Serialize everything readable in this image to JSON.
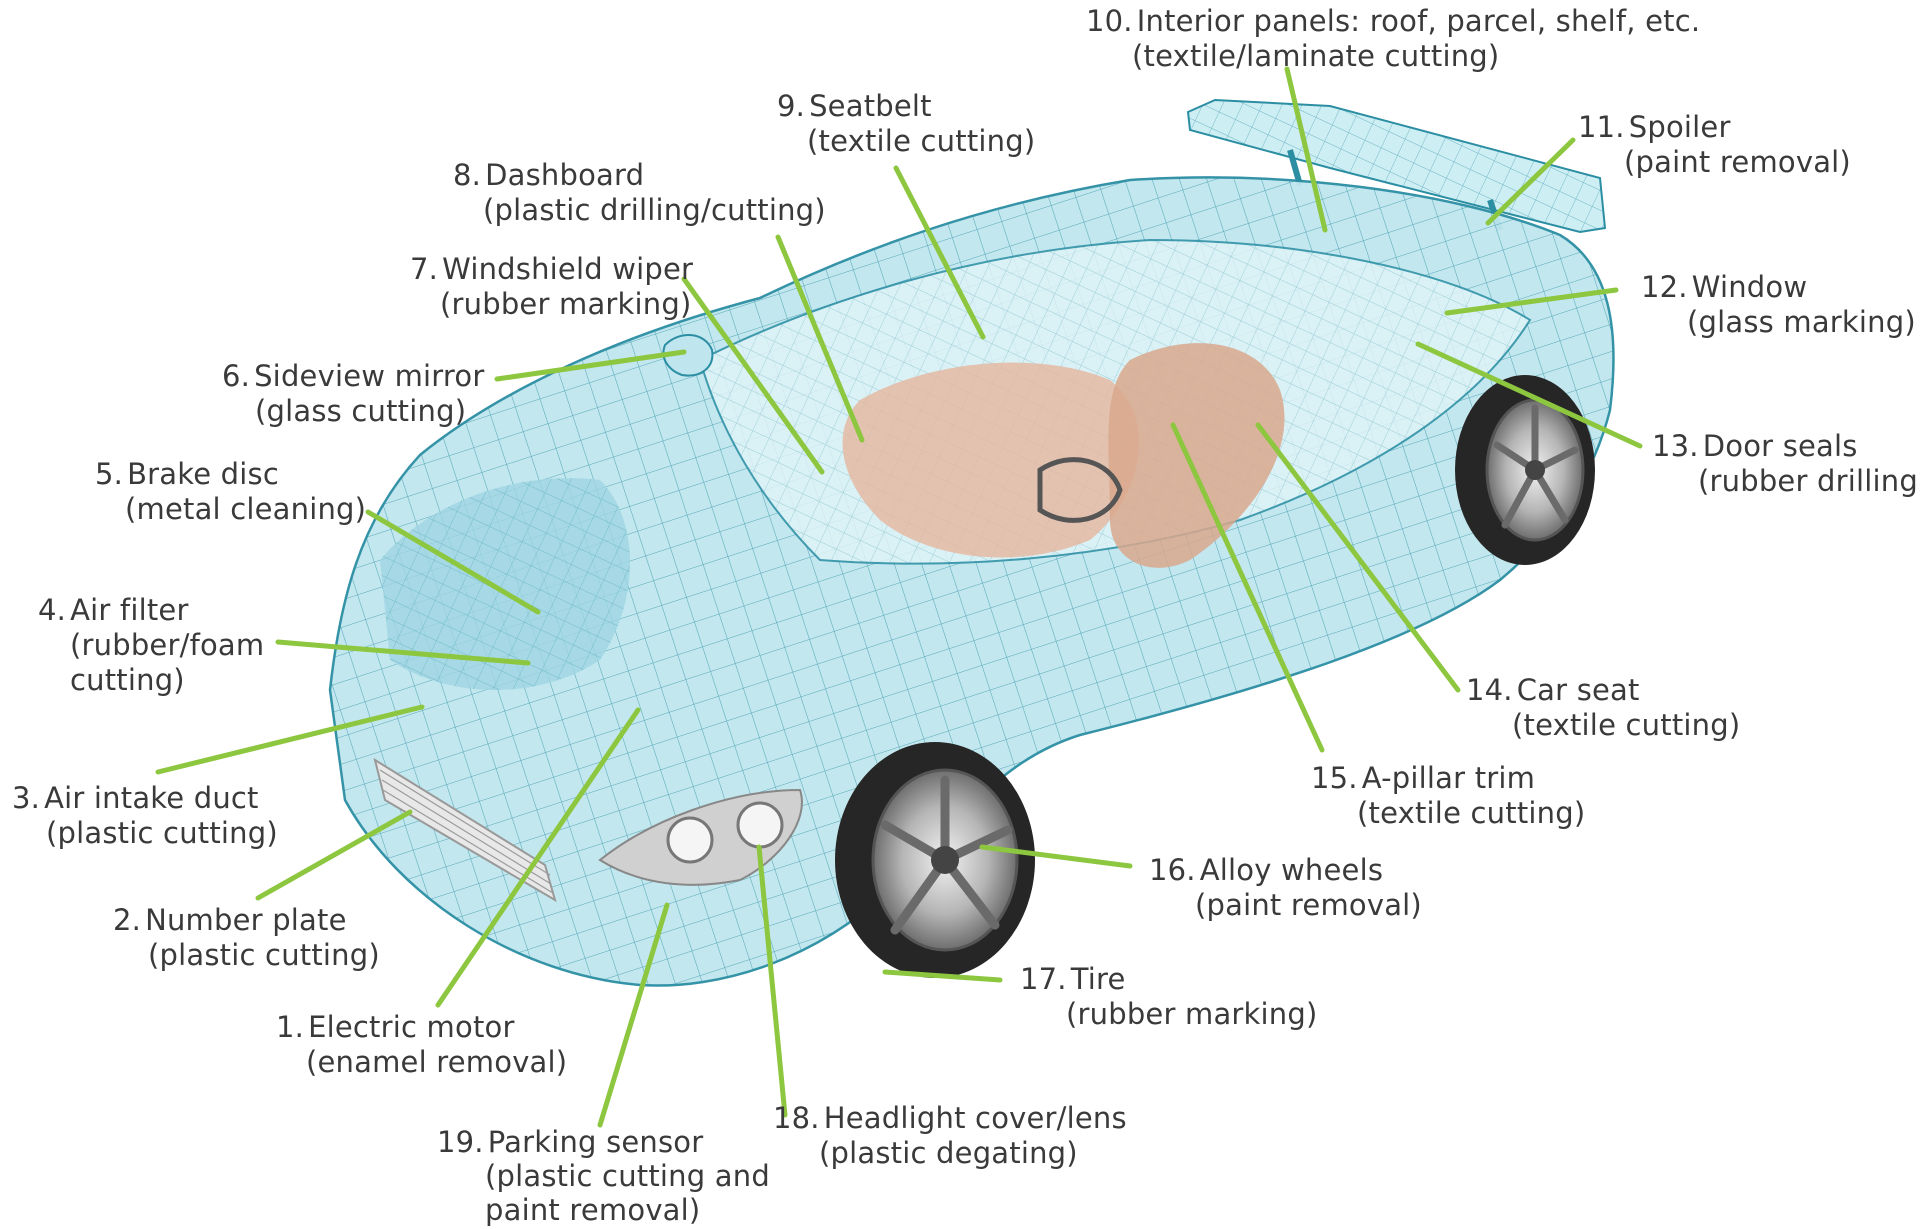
{
  "colors": {
    "leader": "#8dc63f",
    "wire": "#2b8ea3",
    "body_fill": "#bfe6ee",
    "interior": "#e6b79f",
    "tire": "#2a2a2a",
    "rim": "#a8a8a8",
    "text": "#3a3a3a"
  },
  "callouts": [
    {
      "id": "c1",
      "num": "1.",
      "title": "Electric motor",
      "sub": "(enamel removal)"
    },
    {
      "id": "c2",
      "num": "2.",
      "title": "Number plate",
      "sub": "(plastic cutting)"
    },
    {
      "id": "c3",
      "num": "3.",
      "title": "Air intake duct",
      "sub": "(plastic cutting)"
    },
    {
      "id": "c4",
      "num": "4.",
      "title": "Air filter",
      "sub": "(rubber/foam",
      "sub2": "cutting)"
    },
    {
      "id": "c5",
      "num": "5.",
      "title": "Brake disc",
      "sub": "(metal cleaning)"
    },
    {
      "id": "c6",
      "num": "6.",
      "title": "Sideview mirror",
      "sub": "(glass cutting)"
    },
    {
      "id": "c7",
      "num": "7.",
      "title": "Windshield wiper",
      "sub": "(rubber marking)"
    },
    {
      "id": "c8",
      "num": "8.",
      "title": "Dashboard",
      "sub": "(plastic drilling/cutting)"
    },
    {
      "id": "c9",
      "num": "9.",
      "title": "Seatbelt",
      "sub": "(textile cutting)"
    },
    {
      "id": "c10",
      "num": "10.",
      "title": "Interior panels: roof, parcel, shelf, etc.",
      "sub": "(textile/laminate cutting)"
    },
    {
      "id": "c11",
      "num": "11.",
      "title": "Spoiler",
      "sub": "(paint removal)"
    },
    {
      "id": "c12",
      "num": "12.",
      "title": "Window",
      "sub": "(glass marking)"
    },
    {
      "id": "c13",
      "num": "13.",
      "title": "Door seals",
      "sub": "(rubber drilling)"
    },
    {
      "id": "c14",
      "num": "14.",
      "title": "Car seat",
      "sub": "(textile cutting)"
    },
    {
      "id": "c15",
      "num": "15.",
      "title": "A-pillar trim",
      "sub": "(textile cutting)"
    },
    {
      "id": "c16",
      "num": "16.",
      "title": "Alloy wheels",
      "sub": "(paint removal)"
    },
    {
      "id": "c17",
      "num": "17.",
      "title": "Tire",
      "sub": "(rubber marking)"
    },
    {
      "id": "c18",
      "num": "18.",
      "title": "Headlight cover/lens",
      "sub": "(plastic degating)"
    },
    {
      "id": "c19",
      "num": "19.",
      "title": "Parking sensor",
      "sub": "(plastic cutting and",
      "sub2": "paint removal)"
    }
  ]
}
